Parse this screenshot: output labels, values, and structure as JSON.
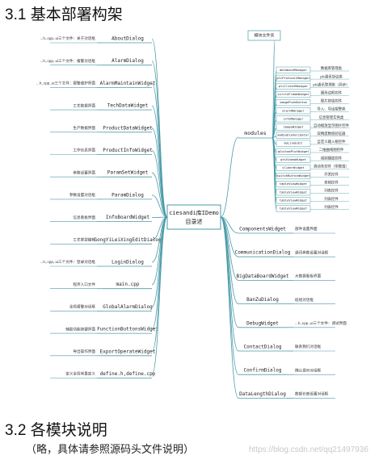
{
  "headings": {
    "h1": "3.1 基本部署构架",
    "h2": "3.2 各模块说明",
    "note": "（略，具体请参照源码头文件说明）"
  },
  "watermark": "https://blog.csdn.net/qq21497936",
  "center": {
    "line1": "ciesandi库IDemo",
    "line2": "目录述"
  },
  "left_nodes": [
    {
      "label": "AboutDialog",
      "desc": "...h,.cpp,.ui三个文件：关于对话框"
    },
    {
      "label": "AlarmDialog",
      "desc": "...h,.cpp,.ui三个文件：报警对话框"
    },
    {
      "label": "AlarmMaintainWidget",
      "desc": "...h,.cpp,.ui三个文件：报警维护界面"
    },
    {
      "label": "TechDataWidget",
      "desc": "工艺数据界面"
    },
    {
      "label": "ProductDataWidget",
      "desc": "生产数据界面"
    },
    {
      "label": "ProductInfoWidget",
      "desc": "工作信息界面"
    },
    {
      "label": "ParamSetWidget",
      "desc": "参数设置界面"
    },
    {
      "label": "ParamDialog",
      "desc": "参数设置对话框"
    },
    {
      "label": "InfoBoardWidget",
      "desc": "信息看板界面"
    },
    {
      "label": "GongYiLeiXingEditDialog",
      "desc": "工艺类型编辑"
    },
    {
      "label": "LoginDialog",
      "desc": "...h,.cpp,.ui三个文件：登录对话框"
    },
    {
      "label": "main.cpp",
      "desc": "程序入口文件"
    },
    {
      "label": "GlobalAlarmDialog",
      "desc": "全局报警对话框"
    },
    {
      "label": "FunctionButtonsWidget",
      "desc": "辅助功能按键界面"
    },
    {
      "label": "ExportOperateWidget",
      "desc": "导出操作界面"
    },
    {
      "label": "define.h,define.cpp",
      "desc": "定义全局常量定义"
    }
  ],
  "modules": {
    "label": "modules",
    "top_note": "模块文件夹",
    "items": [
      {
        "label": "databaseManager",
        "desc": "数据库管理类"
      },
      {
        "label": "plcProtocolManager",
        "desc": "plc通讯协议类"
      },
      {
        "label": "plcClientManager",
        "desc": "plc通讯管理类（异步）"
      },
      {
        "label": "circleFrameWidget",
        "desc": "圆形边框控件"
      },
      {
        "label": "imagePushButton",
        "desc": "图片按钮控件"
      },
      {
        "label": "alarmManager",
        "desc": "导入、导出报警类"
      },
      {
        "label": "infoManager",
        "desc": "信息管理实例类"
      },
      {
        "label": "imageWidget",
        "desc": "自动缩放显示图片控件"
      },
      {
        "label": "myDoubleValidator",
        "desc": "双精度数值验证器"
      },
      {
        "label": "myLineEdit",
        "desc": "自定义输入框控件"
      },
      {
        "label": "qCustomPlotWidget",
        "desc": "二维曲线图控件"
      },
      {
        "label": "qtsVideoWidget",
        "desc": "视频播放控件"
      },
      {
        "label": "sliderWidget",
        "desc": "滑动条控件（带数值）"
      },
      {
        "label": "switchButtonWidget",
        "desc": "开关控件"
      },
      {
        "label": "tableViewWidget",
        "desc": "表格控件"
      },
      {
        "label": "tableViewWidget",
        "desc": "列表控件"
      },
      {
        "label": "tableViewWidget",
        "desc": "列表控件"
      },
      {
        "label": "tableViewWidget",
        "desc": "列表控件"
      }
    ]
  },
  "right_nodes": [
    {
      "label": "ComponentsWidget",
      "desc": "部件设置界面"
    },
    {
      "label": "CommunicationDialog",
      "desc": "通讯参数设置对话框"
    },
    {
      "label": "BigDataBoardWidget",
      "desc": "大数据看板界面"
    },
    {
      "label": "BanZuDialog",
      "desc": "班组对话框"
    },
    {
      "label": "DebugWidget",
      "desc": "...h,.cpp,.ui三个文件：调试界面"
    },
    {
      "label": "ContactDialog",
      "desc": "联系我们对话框"
    },
    {
      "label": "ConfirmDialog",
      "desc": "确认提示对话框"
    },
    {
      "label": "DataLengthDialog",
      "desc": "数据长度设置对话框"
    }
  ],
  "colors": {
    "line": "#4a9aa8",
    "box": "#4a9aa8",
    "bg": "#ffffff"
  }
}
